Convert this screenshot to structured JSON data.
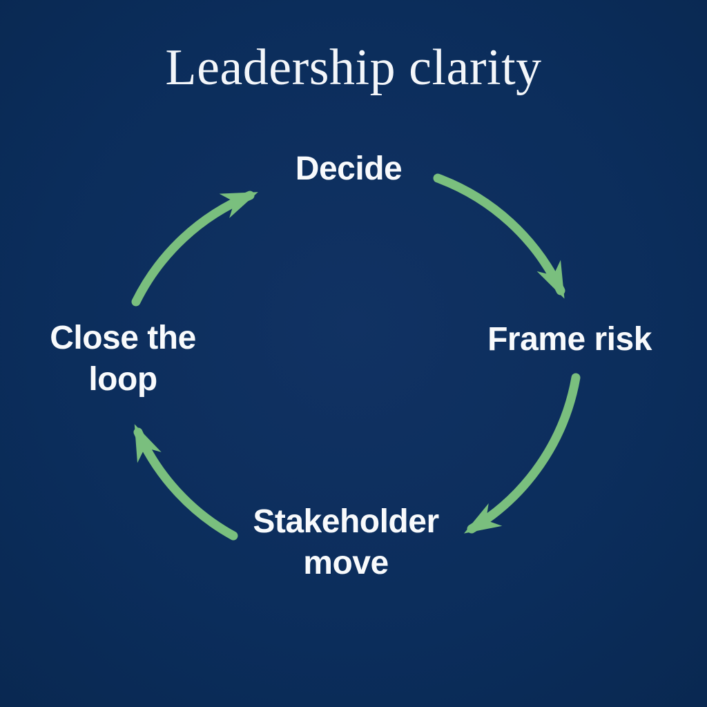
{
  "title": "Leadership clarity",
  "colors": {
    "background": "#0b2d5b",
    "background_center": "#113263",
    "arrow_green": "#7abf7e",
    "title_text": "#f3f6fa",
    "label_text": "#f8fafc"
  },
  "cycle": {
    "nodes": [
      {
        "label": "Decide",
        "position": "top"
      },
      {
        "label": "Frame risk",
        "position": "right"
      },
      {
        "label": "Stakeholder move",
        "position": "bottom"
      },
      {
        "label": "Close the loop",
        "position": "left"
      }
    ],
    "arrows": [
      {
        "from": "Decide",
        "to": "Frame risk"
      },
      {
        "from": "Frame risk",
        "to": "Stakeholder move"
      },
      {
        "from": "Stakeholder move",
        "to": "Close the loop"
      },
      {
        "from": "Close the loop",
        "to": "Decide"
      }
    ]
  }
}
